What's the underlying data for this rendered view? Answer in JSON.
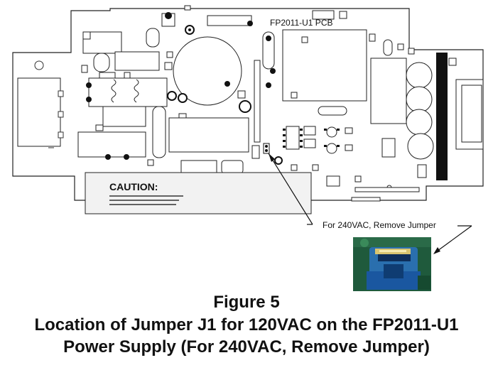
{
  "board": {
    "pcb_label": "FP2011-U1 PCB",
    "caution_label": "CAUTION:"
  },
  "callout": {
    "text": "For 240VAC, Remove Jumper"
  },
  "caption": {
    "figure": "Figure 5",
    "line1": "Location of Jumper J1 for 120VAC on the FP2011-U1",
    "line2": "Power Supply (For 240VAC, Remove Jumper)"
  }
}
